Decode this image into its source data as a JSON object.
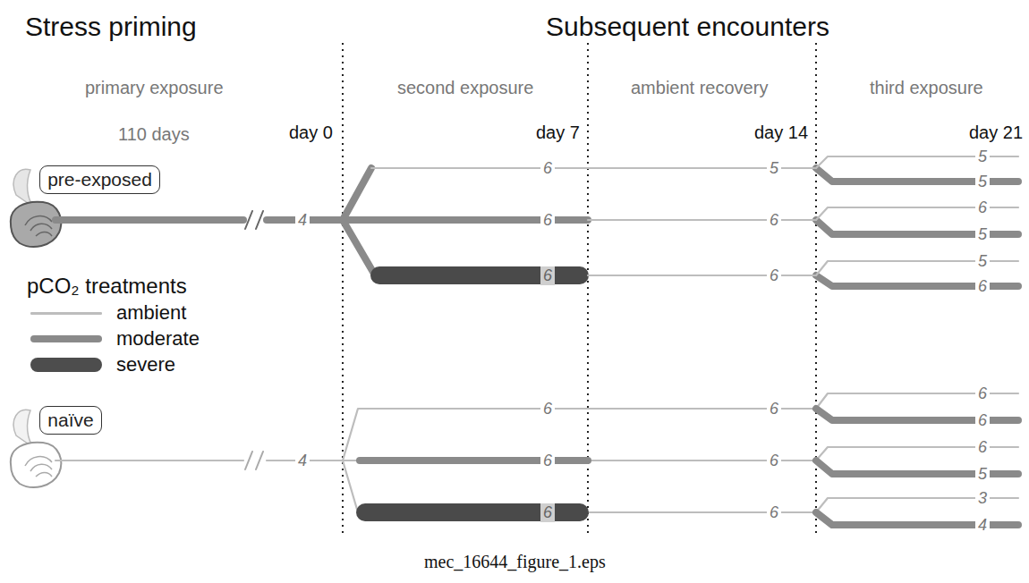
{
  "diagram": {
    "caption": "mec_16644_figure_1.eps",
    "nodes": [
      {
        "text": [
          "pre-exposed"
        ]
      },
      {
        "text": [
          "naïve"
        ]
      }
    ],
    "edges": [],
    "labels": [
      "Stress priming",
      "Subsequent encounters",
      "primary exposure",
      "110 days",
      "day 0",
      "second exposure",
      "day 7",
      "ambient recovery",
      "day 14",
      "third exposure",
      "day 21",
      "4",
      "6",
      "6",
      "6",
      "5",
      "6",
      "6",
      "5",
      "5",
      "6",
      "5",
      "5",
      "6",
      "4",
      "6",
      "6",
      "6",
      "6",
      "6",
      "6",
      "6",
      "6",
      "6",
      "5",
      "3",
      "4",
      "pCO₂ treatments"
    ],
    "legend": [
      {
        "text": "ambient",
        "color": "#bdbdbd"
      },
      {
        "text": "moderate",
        "color": "#8a8a8a"
      },
      {
        "text": "severe",
        "color": "#4d4d4d"
      }
    ]
  }
}
